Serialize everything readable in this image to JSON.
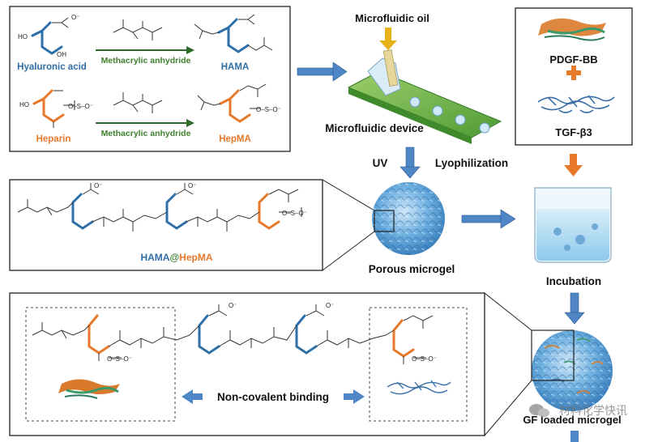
{
  "colors": {
    "blue": "#2f6fa8",
    "orange": "#e8782a",
    "green": "#3f7f2e",
    "dark_green": "#2e6b2a",
    "arrow_blue": "#4f86c6",
    "arrow_orange": "#e8782a",
    "arrow_yellow": "#e8b21a",
    "text": "#111111"
  },
  "reaction_box": {
    "hyaluronic_acid": "Hyaluronic acid",
    "heparin": "Heparin",
    "reagent_top": "Methacrylic anhydride",
    "reagent_bottom": "Methacrylic anhydride",
    "product_top": "HAMA",
    "product_bottom": "HepMA"
  },
  "device": {
    "oil_label": "Microfluidic oil",
    "device_label": "Microfluidic device",
    "uv_label": "UV",
    "lyo_label": "Lyophilization"
  },
  "growth_factors": {
    "gf1": "PDGF-BB",
    "gf2": "TGF-β3",
    "plus": "+"
  },
  "polymer_box": {
    "name_ha": "HAMA",
    "name_at": "@",
    "name_hep": "HepMA"
  },
  "microgel": {
    "porous_label": "Porous microgel",
    "incubation_label": "Incubation",
    "loaded_label": "GF loaded microgel"
  },
  "binding_box": {
    "binding_label": "Non-covalent binding"
  },
  "watermark": "材料化学快讯",
  "icons": [
    "yellow-down-arrow",
    "blue-right-arrow",
    "blue-down-arrow",
    "orange-down-arrow",
    "orange-plus-icon",
    "wechat-icon"
  ]
}
